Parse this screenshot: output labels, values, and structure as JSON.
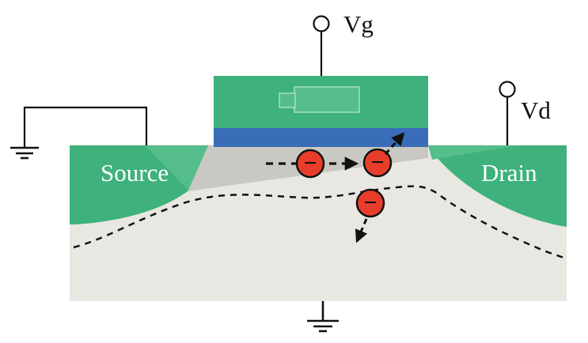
{
  "figure": {
    "labels": {
      "vg": "Vg",
      "vd": "Vd",
      "source": "Source",
      "drain": "Drain"
    },
    "electron_symbol": "−",
    "colors": {
      "region_green": "#3eb17c",
      "green_light": "#55bd8c",
      "oxide_blue": "#3a6db8",
      "substrate_gray": "#e8e7e2",
      "channel_gray": "#c9c8c2",
      "electron_red": "#e93d2c",
      "ink": "#111111",
      "label_white": "#ffffff"
    }
  }
}
